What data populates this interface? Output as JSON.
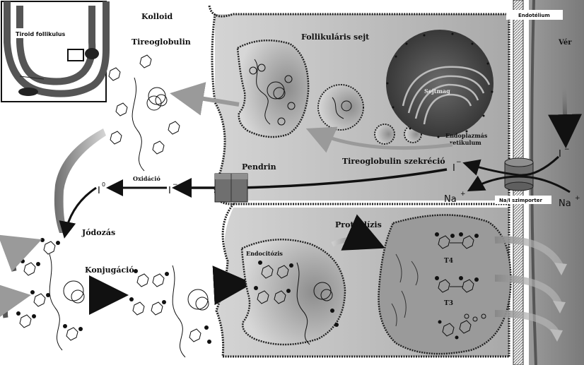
{
  "labels": {
    "kolloid": "Kolloid",
    "tireoglobulin": "Tireoglobulin",
    "follikularis_sejt": "Follikuláris sejt",
    "endotelium": "Endotélium",
    "ver": "Vér",
    "tiroid_follikulus": "Tiroid follikulus",
    "sejtmag": "Sejtmag",
    "endoplazmas": "Endoplazmás",
    "retikulum": "retikulum",
    "tireoglobulin_szekreco": "Tireoglobulin szekréció",
    "pendrin": "Pendrin",
    "oxidacio": "Oxidáció",
    "i_zero": "I",
    "i_zero_sup": "0",
    "i_minus_left": "I",
    "i_minus_mid": "I",
    "i_minus_right": "I",
    "minus": "−",
    "na_left": "Na",
    "na_right": "Na",
    "plus": "+",
    "symporter": "Na/I szimporter",
    "jodozas": "Jódozás",
    "konjugacio": "Konjugáció",
    "endocitozis": "Endocitózis",
    "proteolizis": "Proteolízis",
    "t4": "T4",
    "t3": "T3"
  },
  "colors": {
    "ink": "#111111",
    "colloid": "#ffffff",
    "cell": "#b9b9b9",
    "blood": "#8a8a8a",
    "nucleus": "#4a4a4a",
    "membrane_dots": "#555555"
  }
}
